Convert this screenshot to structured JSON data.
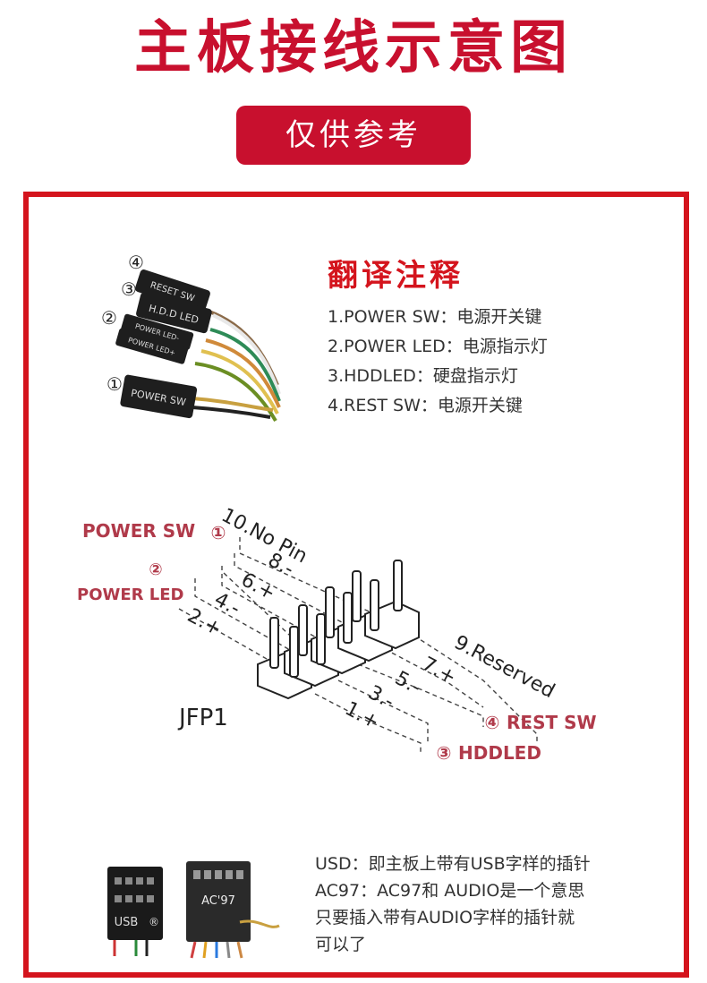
{
  "header": {
    "title": "主板接线示意图",
    "badge": "仅供参考"
  },
  "translation": {
    "title": "翻译注释",
    "items": [
      "1.POWER SW：电源开关键",
      "2.POWER LED：电源指示灯",
      "3.HDDLED：硬盘指示灯",
      "4.REST SW：电源开关键"
    ]
  },
  "connectors": [
    {
      "num": "④",
      "label": "RESET SW"
    },
    {
      "num": "③",
      "label": "H.D.D LED"
    },
    {
      "num": "②",
      "label": "POWER LED-",
      "label2": "POWER LED+"
    },
    {
      "num": "①",
      "label": "POWER SW"
    }
  ],
  "jfp1": {
    "name": "JFP1",
    "top_pins": [
      "10.No Pin",
      "8.-",
      "6.+",
      "4.-",
      "2.+"
    ],
    "bottom_pins": [
      "9.Reserved",
      "7.+",
      "5.-",
      "3.-",
      "1.+"
    ],
    "callouts_left": [
      {
        "num": "①",
        "label": "POWER SW"
      },
      {
        "num": "②",
        "label": "POWER LED"
      }
    ],
    "callouts_right": [
      {
        "num": "④",
        "label": "REST SW"
      },
      {
        "num": "③",
        "label": "HDDLED"
      }
    ]
  },
  "headers_photo": {
    "usb": "USB",
    "usb_mark": "®",
    "ac97": "AC'97"
  },
  "note": {
    "lines": [
      "USD：即主板上带有USB字样的插针",
      "AC97：AC97和 AUDIO是一个意思",
      "只要插入带有AUDIO字样的插针就",
      "可以了"
    ]
  },
  "colors": {
    "accent": "#c8102e",
    "frame": "#d4141d",
    "callout": "#b03a4a",
    "text": "#333333"
  }
}
